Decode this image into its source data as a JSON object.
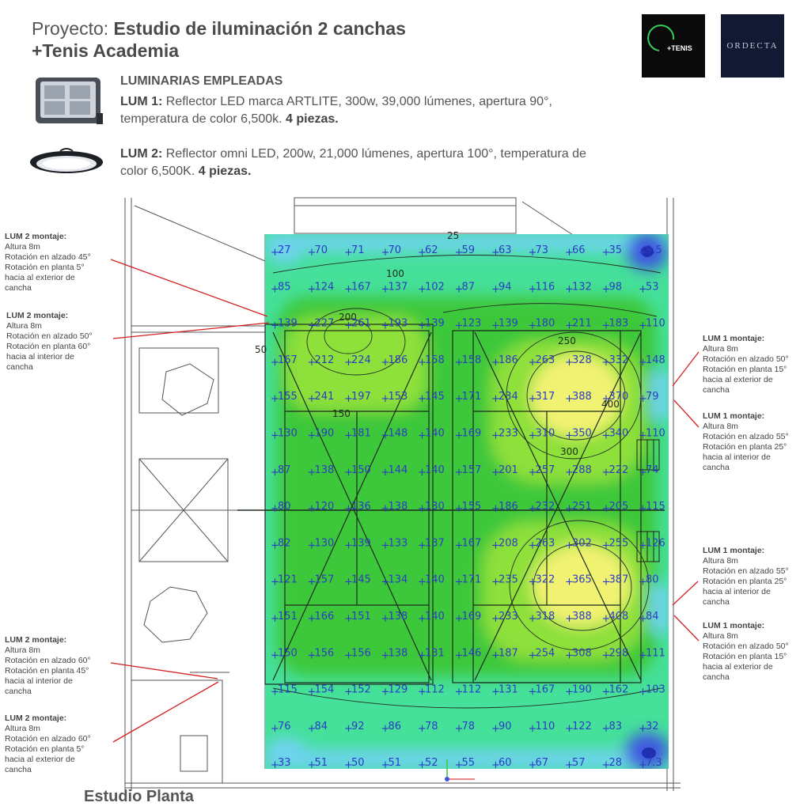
{
  "header": {
    "project_label": "Proyecto: ",
    "project_name_line1": "Estudio de iluminación 2 canchas",
    "project_name_line2": "+Tenis Academia"
  },
  "logos": {
    "left_text": "+TENIS",
    "right_text": "ORDECTA"
  },
  "luminaires": {
    "heading": "LUMINARIAS EMPLEADAS",
    "lum1_label": "LUM 1:",
    "lum1_text": " Reflector LED marca ARTLITE, 300w, 39,000 lúmenes, apertura 90°, temperatura de color 6,500k. ",
    "lum1_qty": "4 piezas.",
    "lum2_label": "LUM 2:",
    "lum2_text": " Reflector omni LED, 200w, 21,000 lúmenes, apertura 100°, temperatura de color 6,500K. ",
    "lum2_qty": "4 piezas."
  },
  "notes_left": [
    {
      "title": "LUM 2 montaje:",
      "l1": "Altura 8m",
      "l2": "Rotación en alzado 45°",
      "l3": "Rotación en planta 5°",
      "l4": "hacia al exterior de",
      "l5": "cancha"
    },
    {
      "title": "LUM 2 montaje:",
      "l1": "Altura 8m",
      "l2": "Rotación en alzado 50°",
      "l3": "Rotación en planta 60°",
      "l4": "hacia al interior de",
      "l5": "cancha"
    },
    {
      "title": "LUM 2 montaje:",
      "l1": "Altura 8m",
      "l2": "Rotación en alzado 60°",
      "l3": "Rotación en planta 45°",
      "l4": "hacia al interior de",
      "l5": "cancha"
    },
    {
      "title": "LUM 2 montaje:",
      "l1": "Altura 8m",
      "l2": "Rotación en alzado 60°",
      "l3": "Rotación en planta 5°",
      "l4": "hacia al exterior de",
      "l5": "cancha"
    }
  ],
  "notes_right": [
    {
      "title": "LUM 1 montaje:",
      "l1": "Altura 8m",
      "l2": "Rotación en alzado 50°",
      "l3": "Rotación en planta 15°",
      "l4": "hacia al exterior de",
      "l5": "cancha"
    },
    {
      "title": "LUM 1 montaje:",
      "l1": "Altura 8m",
      "l2": "Rotación en alzado 55°",
      "l3": "Rotación en planta 25°",
      "l4": "hacia al interior de",
      "l5": "cancha"
    },
    {
      "title": "LUM 1 montaje:",
      "l1": "Altura 8m",
      "l2": "Rotación en alzado 55°",
      "l3": "Rotación en planta 25°",
      "l4": "hacia al interior de",
      "l5": "cancha"
    },
    {
      "title": "LUM 1 montaje:",
      "l1": "Altura 8m",
      "l2": "Rotación en alzado 50°",
      "l3": "Rotación en planta 15°",
      "l4": "hacia al exterior de",
      "l5": "cancha"
    }
  ],
  "plan_label": "Estudio Planta",
  "lux_grid": [
    [
      "27",
      "70",
      "71",
      "70",
      "62",
      "59",
      "63",
      "73",
      "66",
      "35",
      "9.5"
    ],
    [
      "85",
      "124",
      "167",
      "137",
      "102",
      "87",
      "94",
      "116",
      "132",
      "98",
      "53"
    ],
    [
      "139",
      "227",
      "261",
      "193",
      "139",
      "123",
      "139",
      "180",
      "211",
      "183",
      "110"
    ],
    [
      "167",
      "212",
      "224",
      "186",
      "158",
      "158",
      "186",
      "263",
      "328",
      "332",
      "148"
    ],
    [
      "155",
      "241",
      "197",
      "153",
      "145",
      "171",
      "234",
      "317",
      "388",
      "370",
      "79"
    ],
    [
      "130",
      "190",
      "181",
      "148",
      "140",
      "169",
      "233",
      "310",
      "350",
      "340",
      "110"
    ],
    [
      "87",
      "138",
      "150",
      "144",
      "140",
      "157",
      "201",
      "257",
      "288",
      "222",
      "74"
    ],
    [
      "80",
      "120",
      "136",
      "138",
      "130",
      "155",
      "186",
      "232",
      "251",
      "205",
      "115"
    ],
    [
      "82",
      "130",
      "139",
      "133",
      "137",
      "167",
      "208",
      "263",
      "302",
      "255",
      "126"
    ],
    [
      "121",
      "157",
      "145",
      "134",
      "140",
      "171",
      "235",
      "322",
      "365",
      "387",
      "80"
    ],
    [
      "151",
      "166",
      "151",
      "138",
      "140",
      "169",
      "233",
      "318",
      "388",
      "408",
      "84"
    ],
    [
      "150",
      "156",
      "156",
      "138",
      "131",
      "146",
      "187",
      "254",
      "308",
      "298",
      "111"
    ],
    [
      "115",
      "154",
      "152",
      "129",
      "112",
      "112",
      "131",
      "167",
      "190",
      "162",
      "103"
    ],
    [
      "76",
      "84",
      "92",
      "86",
      "78",
      "78",
      "90",
      "110",
      "122",
      "83",
      "32"
    ],
    [
      "33",
      "51",
      "50",
      "51",
      "52",
      "55",
      "60",
      "67",
      "57",
      "28",
      "7.3"
    ]
  ],
  "contours": [
    "25",
    "50",
    "100",
    "150",
    "200",
    "250",
    "300",
    "400"
  ],
  "colors": {
    "low_blue": "#3f5ae0",
    "light_blue": "#6fd3f0",
    "cyan_green": "#45e09a",
    "green": "#3ec83a",
    "lime": "#8ee03a",
    "yellow": "#f2f272",
    "value_text": "#2b3cc4",
    "leader_red": "#d42020"
  }
}
